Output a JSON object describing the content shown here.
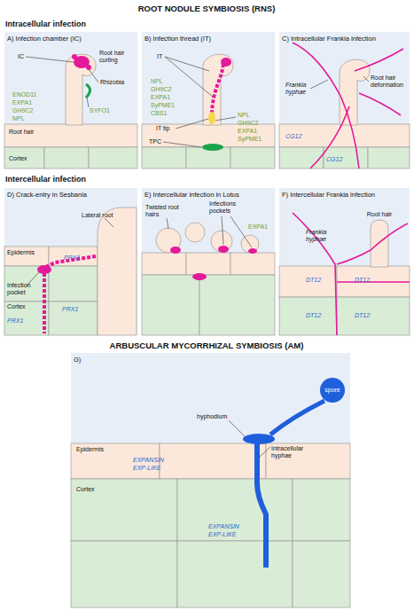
{
  "diagram": {
    "title": "ROOT NODULE SYMBIOSIS (RNS)",
    "nodes": [
      {
        "text": [
          "A) Infection chamber (IC)"
        ]
      },
      {
        "text": [
          "B) Infection thread (IT)"
        ]
      },
      {
        "text": [
          "C) Intracellular Frankia infection"
        ]
      },
      {
        "text": [
          "D) Crack-entry in Sesbania"
        ]
      },
      {
        "text": [
          "E) Intercellular infection in Lotus"
        ]
      },
      {
        "text": [
          "F) Intercellular Frankia infection"
        ]
      },
      {
        "text": [
          "G)"
        ]
      }
    ],
    "labels": [
      "Intracellular infection",
      "Intercellular infection",
      "ARBUSCULAR MYCORRHIZAL SYMBIOSIS (AM)",
      "IC",
      "Root hair curling",
      "Rhizobia",
      "ENOD11",
      "EXPA1",
      "GH9C2",
      "NPL",
      "SYFO1",
      "Root hair",
      "Cortex",
      "IT",
      "NPL",
      "GH9C2",
      "EXPA1",
      "SyPME1",
      "CBS1",
      "IT tip",
      "TPC",
      "NPL",
      "GH9C2",
      "EXPA1",
      "SyPME1",
      "Frankia hyphae",
      "Root hair deformation",
      "CG12",
      "CG12",
      "Lateral root",
      "Epidermis",
      "PRX1",
      "Infection pocket",
      "Cortex",
      "PRX1",
      "PRX1",
      "Twisted root hairs",
      "Infections pockets",
      "EXPA1",
      "Root hair",
      "Frankia hyphae",
      "DT12",
      "DT12",
      "DT12",
      "DT12",
      "spore",
      "hyphodium",
      "Intracellular hyphae",
      "Epidermis",
      "EXPANSIN",
      "EXP-LIKE",
      "Cortex",
      "EXPANSIN",
      "EXP-LIKE"
    ]
  }
}
